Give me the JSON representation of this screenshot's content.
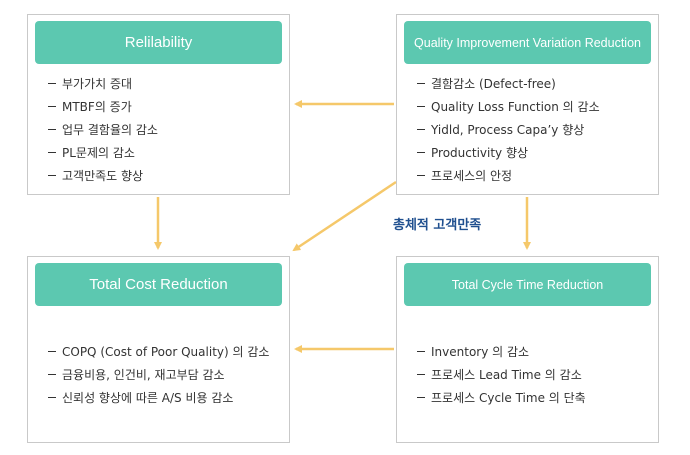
{
  "panels": {
    "reliability": {
      "title": "Relilability",
      "items": [
        "부가가치 증대",
        "MTBF의 증가",
        "업무 결함율의 감소",
        "PL문제의 감소",
        "고객만족도 향상"
      ]
    },
    "quality": {
      "title": "Quality Improvement Variation Reduction",
      "items": [
        "결함감소 (Defect-free)",
        "Quality Loss Function 의 감소",
        "Yidld, Process Capa’y 향상",
        "Productivity 향상",
        "프로세스의 안정"
      ]
    },
    "cost": {
      "title": "Total Cost Reduction",
      "items": [
        "COPQ (Cost of Poor Quality) 의 감소",
        "금융비용, 인건비, 재고부담 감소",
        "신뢰성 향상에 따른 A/S 비용 감소"
      ]
    },
    "cycle": {
      "title": "Total Cycle Time Reduction",
      "items": [
        "Inventory 의 감소",
        "프로세스 Lead Time 의 감소",
        "프로세스 Cycle Time 의 단축"
      ]
    }
  },
  "center_label": "총체적 고객만족",
  "colors": {
    "header": "#5cc8b0",
    "arrow": "#f5c86a",
    "label": "#1f4f8f",
    "border": "#c9c9c9"
  }
}
